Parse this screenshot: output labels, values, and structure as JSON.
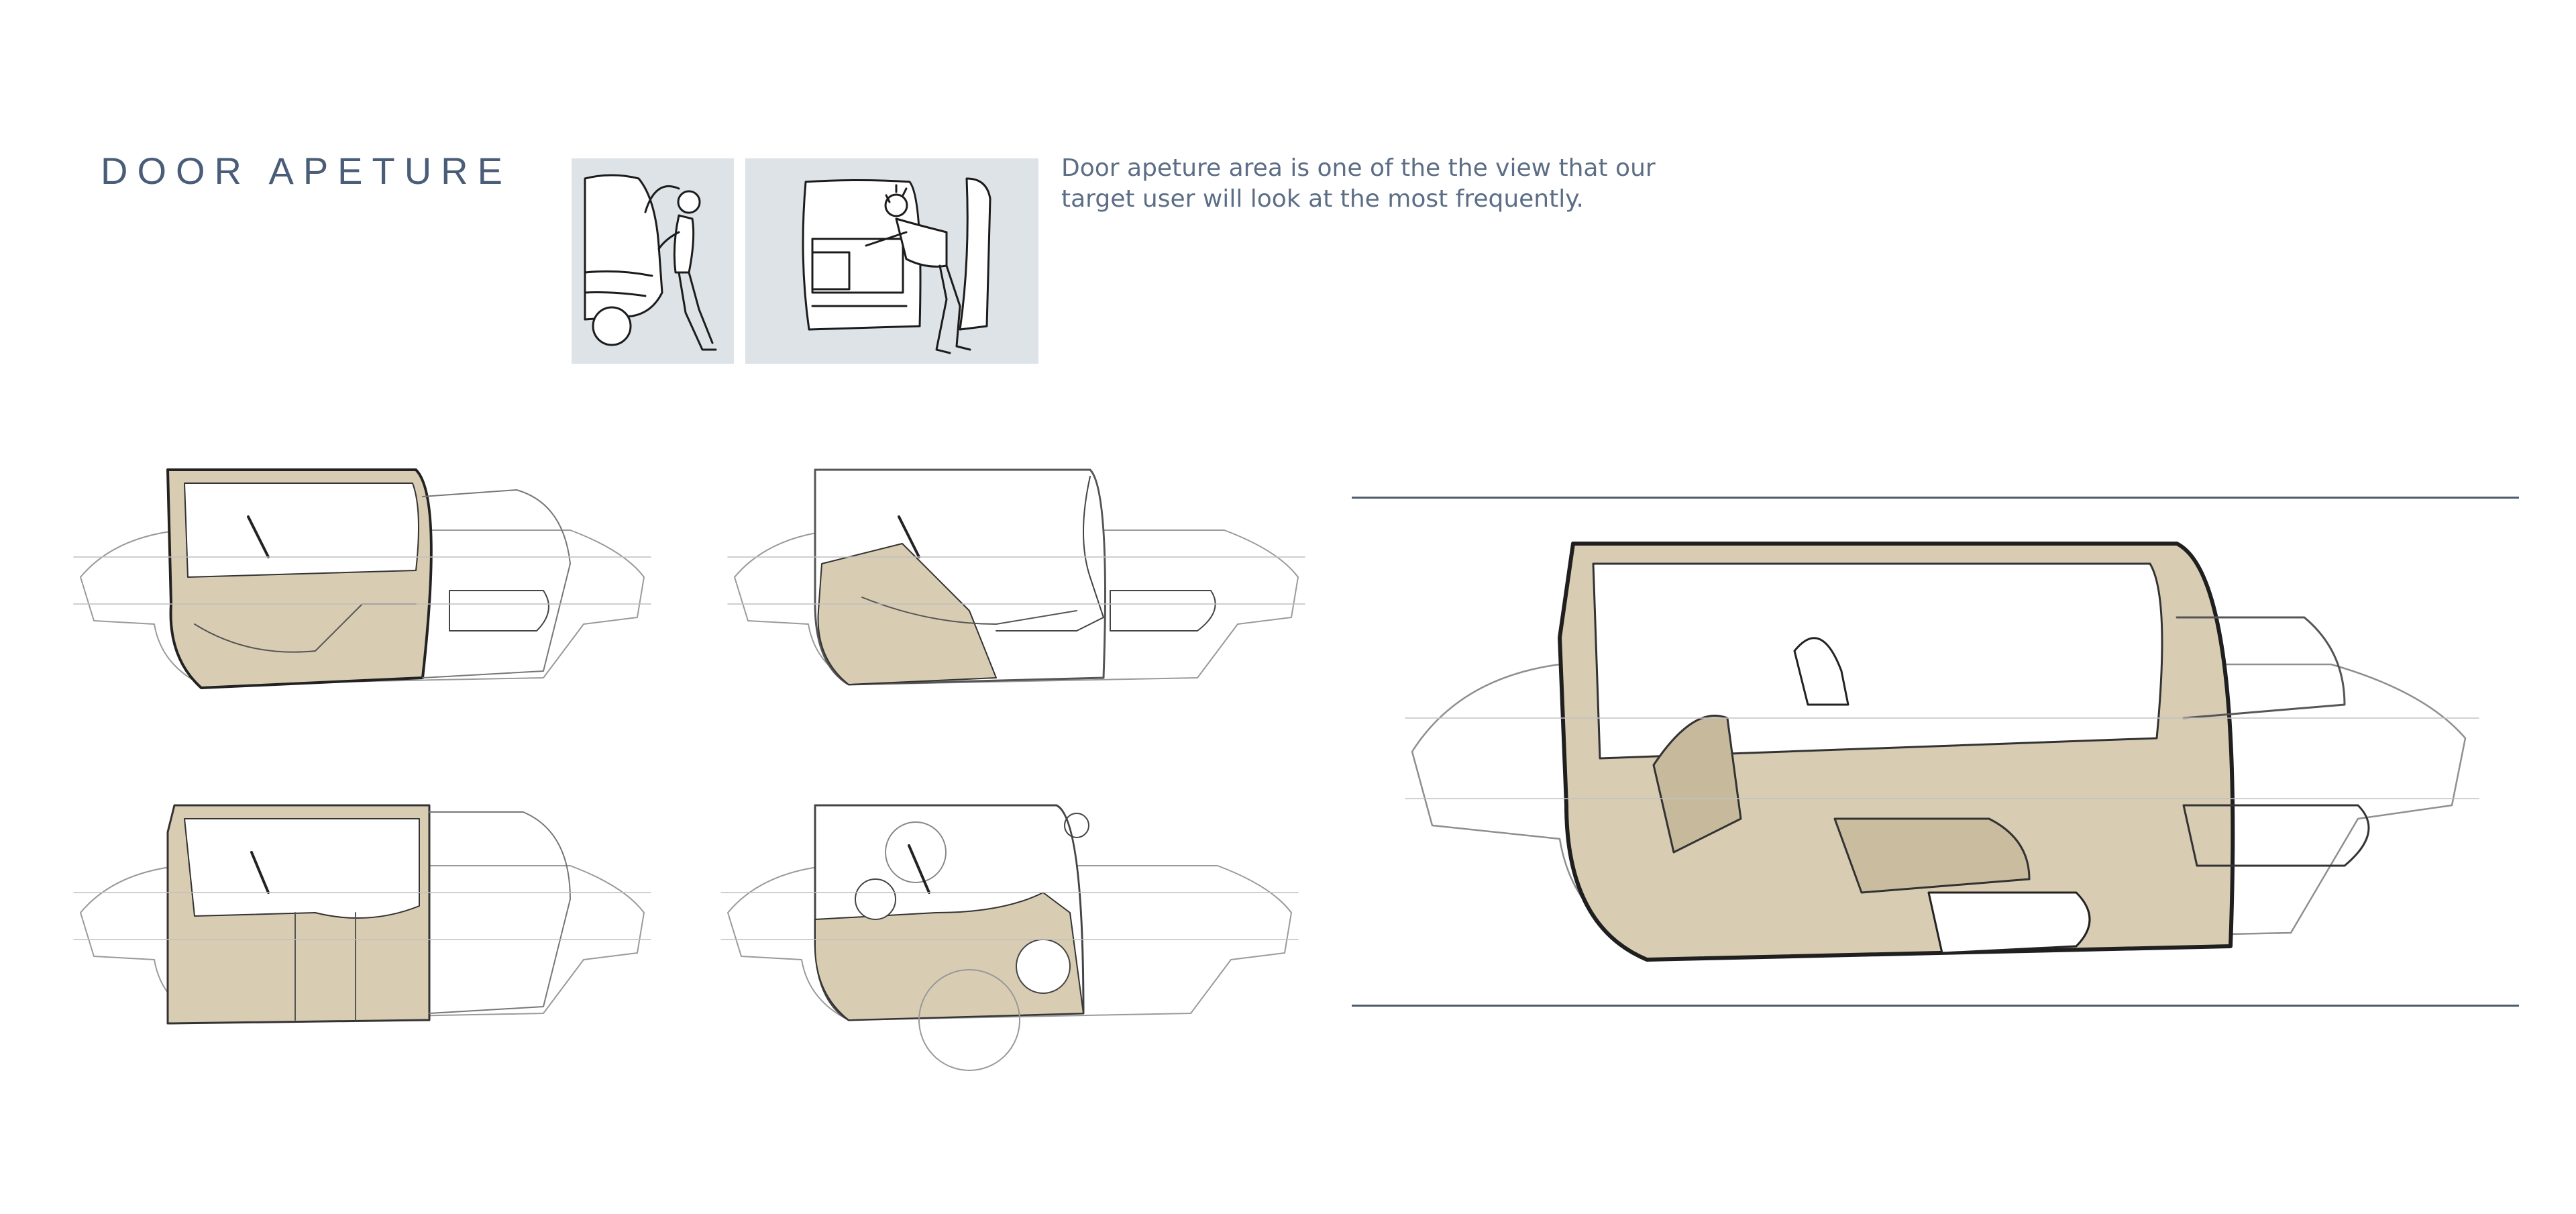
{
  "header": {
    "title": "DOOR APETURE",
    "description_line1": "Door apeture area is one of the the view that our",
    "description_line2": "target user will look at the most frequently."
  },
  "colors": {
    "title": "#4a5d78",
    "body_text": "#5c6d86",
    "panel_bg": "#dde3e6",
    "sketch_fill": "#d8ccb3",
    "sketch_line": "#222222",
    "rule": "#4e5b6c"
  },
  "reference_images": [
    {
      "name": "person-leaning-into-car-illustration"
    },
    {
      "name": "person-loading-box-into-door-illustration"
    }
  ],
  "sketches": [
    {
      "name": "door-aperture-sketch-1"
    },
    {
      "name": "door-aperture-sketch-2"
    },
    {
      "name": "door-aperture-sketch-3"
    },
    {
      "name": "door-aperture-sketch-4"
    },
    {
      "name": "door-aperture-hero-sketch"
    }
  ]
}
